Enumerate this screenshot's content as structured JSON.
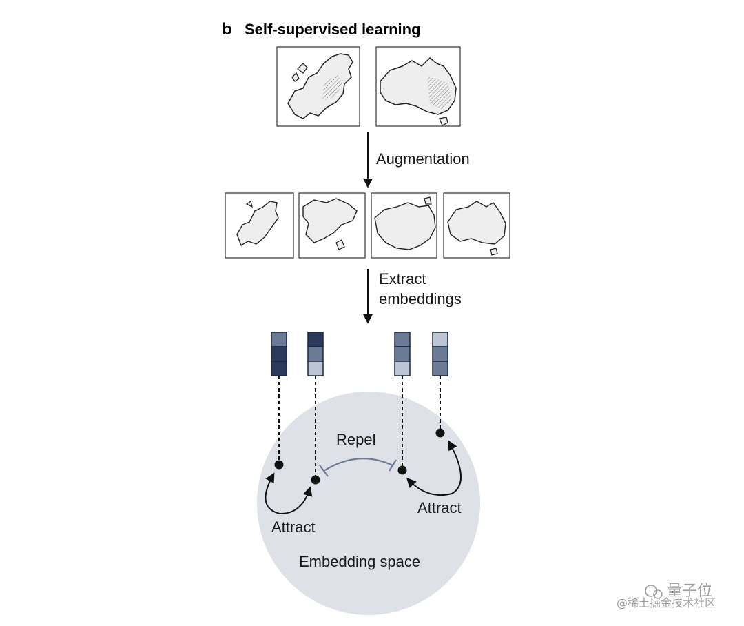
{
  "panel": {
    "letter": "b",
    "title": "Self-supervised learning"
  },
  "steps": {
    "augmentation": "Augmentation",
    "extract_line1": "Extract",
    "extract_line2": "embeddings"
  },
  "embedding_space": {
    "label": "Embedding space",
    "repel_label": "Repel",
    "attract_left_label": "Attract",
    "attract_right_label": "Attract"
  },
  "colors": {
    "dark_navy": "#2b3a5c",
    "mid_slate": "#6b7a95",
    "light_slate": "#bcc5d4",
    "space_fill": "#dfe1e8",
    "repel_stroke": "#6d7892",
    "map_fill": "#eeeeee"
  },
  "embeddings": [
    {
      "cells": [
        "mid_slate",
        "dark_navy",
        "dark_navy"
      ]
    },
    {
      "cells": [
        "dark_navy",
        "mid_slate",
        "light_slate"
      ]
    },
    {
      "cells": [
        "mid_slate",
        "mid_slate",
        "light_slate"
      ]
    },
    {
      "cells": [
        "light_slate",
        "mid_slate",
        "mid_slate"
      ]
    }
  ],
  "watermark": {
    "main": "量子位",
    "sub": "@稀土掘金技术社区"
  }
}
